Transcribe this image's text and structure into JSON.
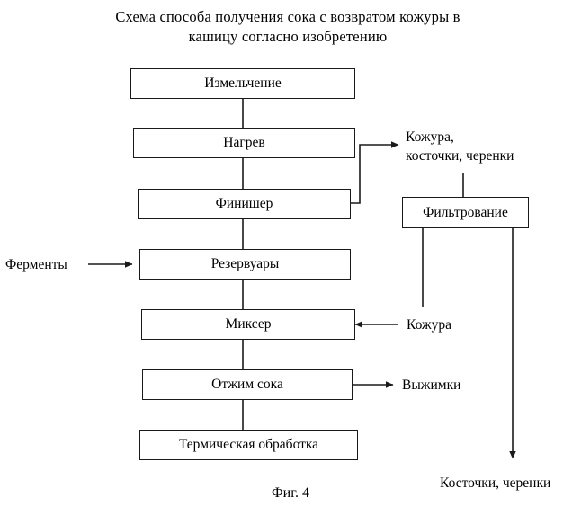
{
  "title": {
    "line1": "Схема способа получения сока с возвратом кожуры в",
    "line2": "кашицу согласно изобретению"
  },
  "figure_label": "Фиг. 4",
  "boxes": [
    {
      "id": "izmelchenie",
      "label": "Измельчение"
    },
    {
      "id": "nagrev",
      "label": "Нагрев"
    },
    {
      "id": "finisher",
      "label": "Финишер"
    },
    {
      "id": "rezervuary",
      "label": "Резервуары"
    },
    {
      "id": "mikser",
      "label": "Миксер"
    },
    {
      "id": "otzhim",
      "label": "Отжим сока"
    },
    {
      "id": "termicheskaya",
      "label": "Термическая обработка"
    },
    {
      "id": "filtrovanie",
      "label": "Фильтрование"
    }
  ],
  "labels": {
    "kozhura_kostochki_cherenki_line1": "Кожура,",
    "kozhura_kostochki_cherenki_line2": "косточки, черенки",
    "fermenty": "Ферменты",
    "kozhura": "Кожура",
    "vyzhimki": "Выжимки",
    "kostochki_cherenki": "Косточки, черенки"
  }
}
